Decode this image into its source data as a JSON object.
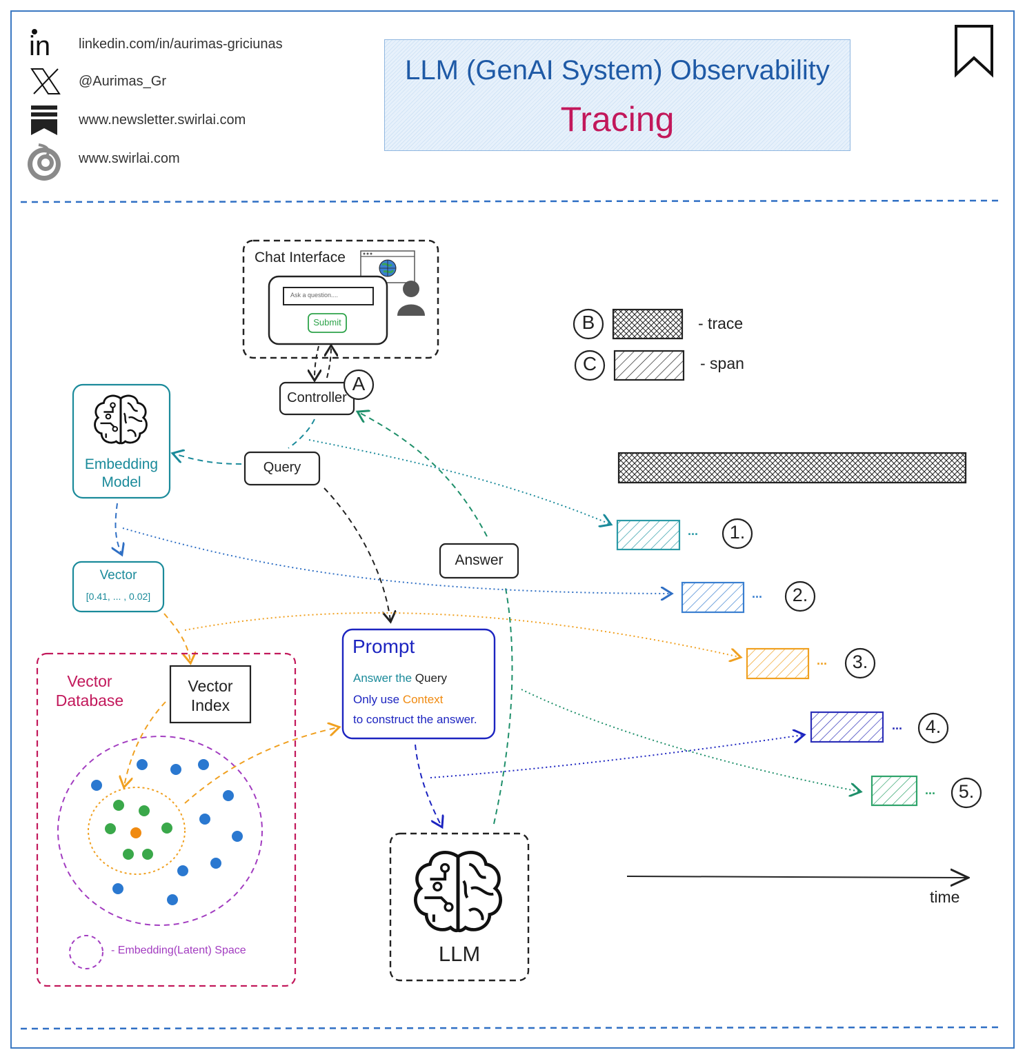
{
  "header": {
    "social": [
      {
        "icon": "linkedin-icon",
        "text": "linkedin.com/in/aurimas-griciunas"
      },
      {
        "icon": "x-icon",
        "text": "@Aurimas_Gr"
      },
      {
        "icon": "newsletter-icon",
        "text": "www.newsletter.swirlai.com"
      },
      {
        "icon": "swirl-icon",
        "text": "www.swirlai.com"
      }
    ],
    "title": "LLM (GenAI System) Observability",
    "subtitle": "Tracing",
    "bookmark_icon": "bookmark-icon"
  },
  "chat": {
    "label": "Chat Interface",
    "input_placeholder": "Ask a question....",
    "submit_label": "Submit",
    "icons": [
      "browser-globe-icon",
      "user-icon"
    ]
  },
  "controller": {
    "label": "Controller",
    "marker": "A"
  },
  "embedding": {
    "line1": "Embedding",
    "line2": "Model",
    "icon": "brain-icon"
  },
  "query_label": "Query",
  "answer_label": "Answer",
  "vector": {
    "label": "Vector",
    "value": "[0.41, ... , 0.02]"
  },
  "vector_db": {
    "line1": "Vector",
    "line2": "Database",
    "index_line1": "Vector",
    "index_line2": "Index",
    "legend": "- Embedding(Latent) Space"
  },
  "prompt": {
    "title": "Prompt",
    "line1a": "Answer the ",
    "line1b": "Query",
    "line2a": "Only use ",
    "line2b": "Context",
    "line3": "to construct the answer."
  },
  "llm": {
    "label": "LLM",
    "icon": "brain-icon"
  },
  "legend": {
    "trace_marker": "B",
    "trace_label": "- trace",
    "span_marker": "C",
    "span_label": "- span"
  },
  "spans": [
    {
      "label": "1.",
      "color": "#2a9aa6"
    },
    {
      "label": "2.",
      "color": "#3a7fd0"
    },
    {
      "label": "3.",
      "color": "#f0a020"
    },
    {
      "label": "4.",
      "color": "#2c2fb8"
    },
    {
      "label": "5.",
      "color": "#2ea36a"
    }
  ],
  "span_ellipsis": "...",
  "time_label": "time",
  "colors": {
    "teal": "#1a8a9a",
    "blue": "#2f6fc4",
    "orange": "#f0a020",
    "navy": "#1c24c0",
    "green": "#2e9a5a",
    "crimson": "#c2185b",
    "purple": "#a23cc0"
  }
}
